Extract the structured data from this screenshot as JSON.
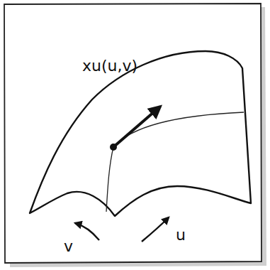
{
  "diagram": {
    "labels": [
      "xu(u,v)",
      "v",
      "u"
    ]
  }
}
